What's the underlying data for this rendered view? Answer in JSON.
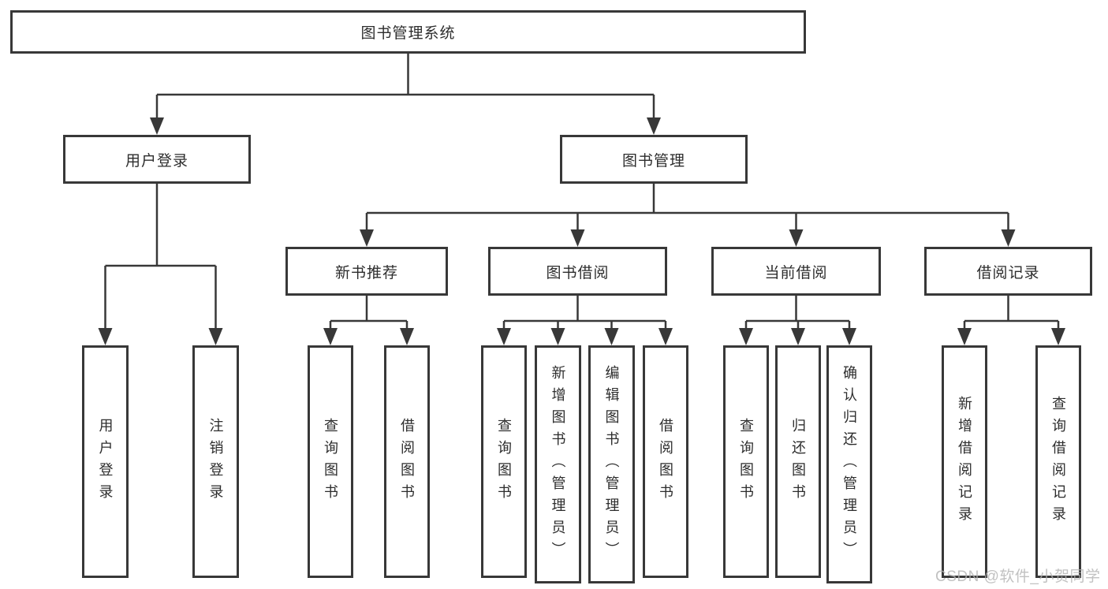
{
  "diagram": {
    "title": "图书管理系统",
    "root": {
      "label": "图书管理系统"
    },
    "level2": [
      {
        "label": "用户登录"
      },
      {
        "label": "图书管理"
      }
    ],
    "level3": [
      {
        "label": "新书推荐"
      },
      {
        "label": "图书借阅"
      },
      {
        "label": "当前借阅"
      },
      {
        "label": "借阅记录"
      }
    ],
    "leaves": [
      {
        "label": "用户登录",
        "parent": "用户登录"
      },
      {
        "label": "注销登录",
        "parent": "用户登录"
      },
      {
        "label": "查询图书",
        "parent": "新书推荐"
      },
      {
        "label": "借阅图书",
        "parent": "新书推荐"
      },
      {
        "label": "查询图书",
        "parent": "图书借阅"
      },
      {
        "label": "新增图书（管理员）",
        "parent": "图书借阅"
      },
      {
        "label": "编辑图书（管理员）",
        "parent": "图书借阅"
      },
      {
        "label": "借阅图书",
        "parent": "图书借阅"
      },
      {
        "label": "查询图书",
        "parent": "当前借阅"
      },
      {
        "label": "归还图书",
        "parent": "当前借阅"
      },
      {
        "label": "确认归还（管理员）",
        "parent": "当前借阅"
      },
      {
        "label": "新增借阅记录",
        "parent": "借阅记录"
      },
      {
        "label": "查询借阅记录",
        "parent": "借阅记录"
      }
    ]
  },
  "watermark": {
    "text": "CSDN @软件_小贺同学"
  },
  "colors": {
    "line": "#383838",
    "text": "#2d2d2d",
    "background": "#ffffff",
    "watermark": "#b2b2b2"
  }
}
